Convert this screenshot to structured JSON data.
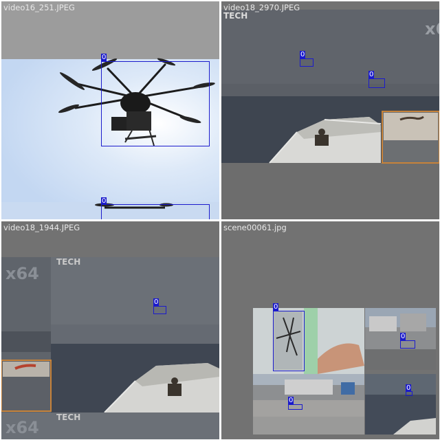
{
  "tiles": [
    {
      "filename": "video16_251.JPEG",
      "labels": [
        "0",
        "0"
      ]
    },
    {
      "filename": "video18_2970.JPEG",
      "labels": [
        "0",
        "0"
      ],
      "watermark": "TECH",
      "watermark2": "x6"
    },
    {
      "filename": "video18_1944.JPEG",
      "labels": [
        "0"
      ],
      "watermark": "x64",
      "watermark_tech": "TECH",
      "watermark_bottom": "x64",
      "watermark_tech_bottom": "TECH"
    },
    {
      "filename": "scene00061.jpg",
      "labels": [
        "0",
        "0",
        "0",
        "0"
      ]
    }
  ],
  "colors": {
    "bbox": "#1a1acc",
    "sky": "#d8e6f6",
    "sea": "#3f4652",
    "tile_bg": "#727272"
  }
}
